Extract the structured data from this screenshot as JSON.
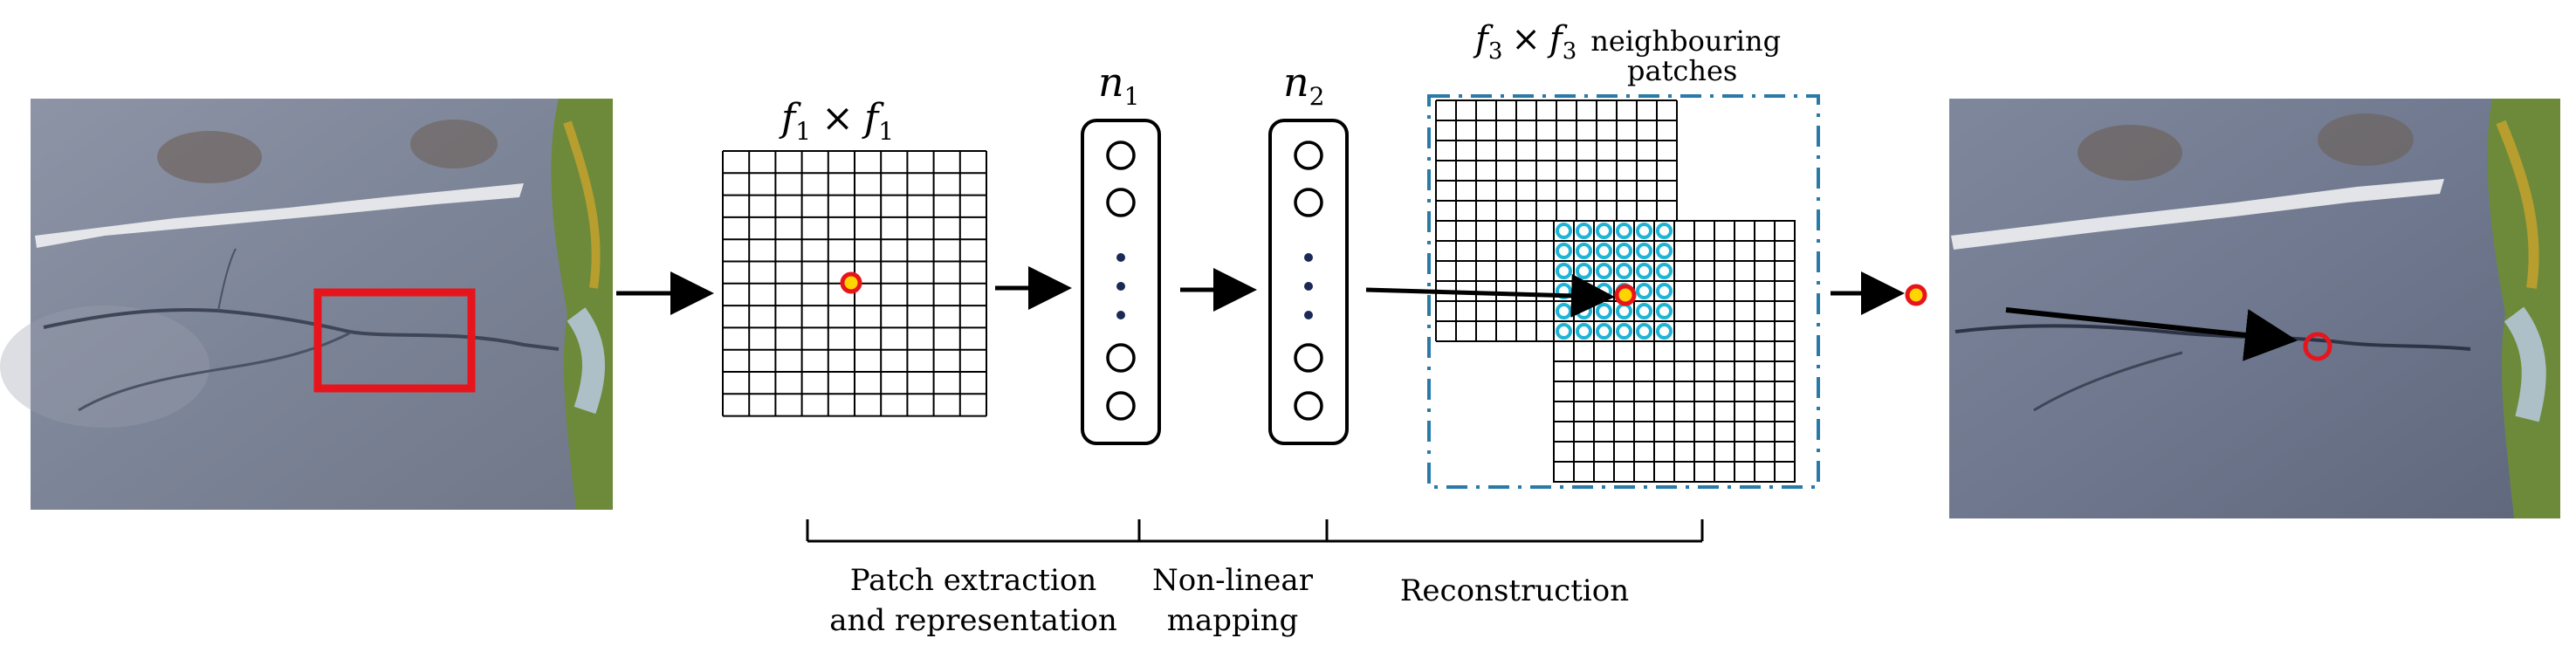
{
  "labels": {
    "f1": "f",
    "f1_sub": "1",
    "times": "×",
    "n1": "n",
    "n1_sub": "1",
    "n2": "n",
    "n2_sub": "2",
    "f3": "f",
    "f3_sub": "3",
    "neighbouring": "neighbouring",
    "patches": "patches"
  },
  "stages": [
    {
      "line1": "Patch extraction",
      "line2": "and representation"
    },
    {
      "line1": "Non-linear",
      "line2": "mapping"
    },
    {
      "line1": "Reconstruction",
      "line2": ""
    }
  ],
  "colors": {
    "input_box": "#e8141c",
    "highlight_pixel": "#e8141c",
    "highlight_pixel_fill": "#ffd400",
    "neighbour_circle": "#1fb4d6",
    "dashed_frame": "#2a7aa8",
    "neuron_dot": "#1a2a55",
    "output_circle": "#e8141c"
  },
  "icons": [
    "input-road-image",
    "output-road-image",
    "arrow-right-icon"
  ]
}
